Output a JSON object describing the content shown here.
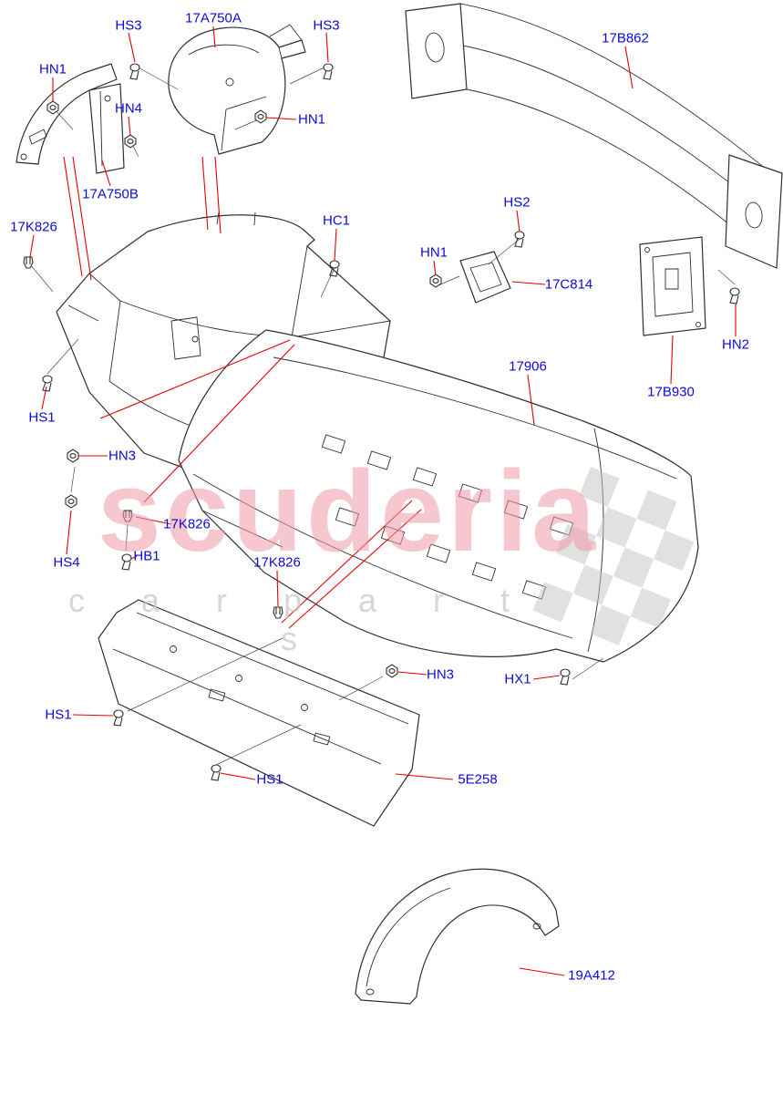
{
  "diagram": {
    "description": "Rear bumper exploded parts diagram",
    "labels": [
      {
        "text": "HS3"
      },
      {
        "text": "17A750A"
      },
      {
        "text": "HS3"
      },
      {
        "text": "17B862"
      },
      {
        "text": "HN1"
      },
      {
        "text": "HN4"
      },
      {
        "text": "HN1"
      },
      {
        "text": "17A750B"
      },
      {
        "text": "17K826"
      },
      {
        "text": "HC1"
      },
      {
        "text": "HS2"
      },
      {
        "text": "HN1"
      },
      {
        "text": "17C814"
      },
      {
        "text": "HN2"
      },
      {
        "text": "17906"
      },
      {
        "text": "17B930"
      },
      {
        "text": "HS1"
      },
      {
        "text": "HN3"
      },
      {
        "text": "17K826"
      },
      {
        "text": "HS4"
      },
      {
        "text": "HB1"
      },
      {
        "text": "17K826"
      },
      {
        "text": "HN3"
      },
      {
        "text": "HX1"
      },
      {
        "text": "HS1"
      },
      {
        "text": "HS1"
      },
      {
        "text": "5E258"
      },
      {
        "text": "19A412"
      }
    ],
    "colors": {
      "label": "#0b0bd8",
      "leader_line": "#e60000",
      "drawing": "#2f2f2f",
      "watermark_text": "#ef9aa8",
      "watermark_sub": "#c9c9c9",
      "watermark_checker": "#c4c4c4"
    }
  },
  "watermark": {
    "line1": "scuderia",
    "line2": "c a r   p a r t s"
  }
}
